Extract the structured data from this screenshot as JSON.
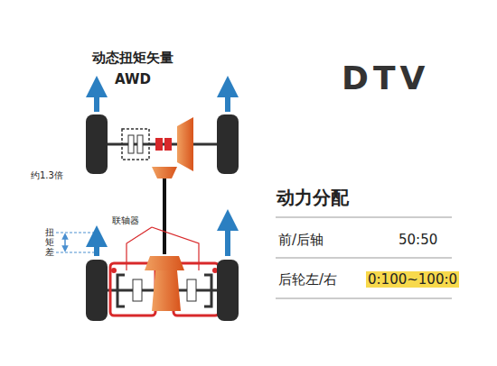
{
  "diagram": {
    "title": "DTV",
    "labels": [
      "动态扭矩矢量 AWD",
      "约1.3倍",
      "联轴器",
      "扭矩差",
      "动力分配",
      "前/后轴",
      "50:50",
      "后轮左/右",
      "0:100~100:0"
    ]
  }
}
